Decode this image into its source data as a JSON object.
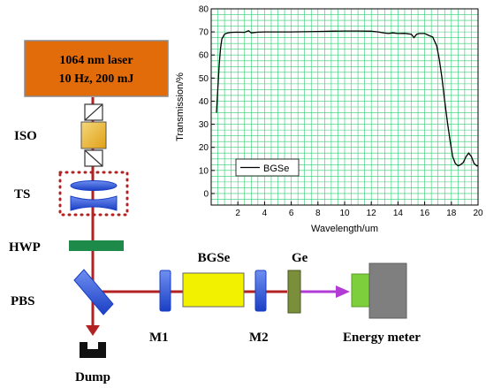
{
  "diagram": {
    "laser": {
      "line1": "1064 nm laser",
      "line2": "10 Hz, 200 mJ"
    },
    "labels": {
      "iso": "ISO",
      "ts": "TS",
      "hwp": "HWP",
      "pbs": "PBS",
      "dump": "Dump",
      "m1": "M1",
      "bgse": "BGSe",
      "m2": "M2",
      "ge": "Ge",
      "energy_meter": "Energy meter"
    },
    "colors": {
      "laser_fill": "#e36c0a",
      "beam_red": "#b22222",
      "beam_purple": "#b23bd6",
      "crystal_fill": "#f2f200",
      "mirror_blue": "#1f4fd0",
      "ge_fill": "#7b8f3a",
      "hwp_green": "#1e8a4a",
      "meter_green": "#7dcf3c",
      "meter_gray": "#7f7f7f"
    }
  },
  "chart_data": {
    "type": "line",
    "xlabel": "Wavelength/um",
    "ylabel": "Transmission/%",
    "xlim": [
      0,
      20
    ],
    "ylim": [
      -5,
      80
    ],
    "xticks": [
      2,
      4,
      6,
      8,
      10,
      12,
      14,
      16,
      18,
      20
    ],
    "yticks": [
      0,
      10,
      20,
      30,
      40,
      50,
      60,
      70,
      80
    ],
    "grid": true,
    "grid_color": "#2ecc71",
    "legend": {
      "position": "left",
      "entries": [
        "BGSe"
      ]
    },
    "series": [
      {
        "name": "BGSe",
        "color": "#000000",
        "x": [
          0.4,
          0.5,
          0.6,
          0.7,
          0.8,
          1.0,
          1.2,
          1.5,
          2.0,
          2.5,
          2.8,
          3.0,
          3.5,
          4,
          5,
          6,
          7,
          8,
          9,
          10,
          11,
          12,
          12.5,
          13,
          13.3,
          13.6,
          14,
          14.5,
          15,
          15.2,
          15.4,
          15.6,
          16,
          16.3,
          16.6,
          16.9,
          17.1,
          17.3,
          17.5,
          17.7,
          17.9,
          18.1,
          18.3,
          18.5,
          18.7,
          18.9,
          19.1,
          19.3,
          19.5,
          19.7,
          19.9,
          20.0
        ],
        "y": [
          35,
          46,
          56,
          63,
          67,
          69,
          69.5,
          69.8,
          69.9,
          69.8,
          70.5,
          69.6,
          69.9,
          70,
          70,
          70,
          70.1,
          70.2,
          70.3,
          70.4,
          70.4,
          70.3,
          70,
          69.5,
          69.3,
          69.6,
          69.3,
          69.4,
          69,
          67.5,
          69,
          69.3,
          69.3,
          68.5,
          67.8,
          64,
          58,
          50,
          40,
          31,
          23,
          16,
          13,
          12,
          12.5,
          13.5,
          16,
          17.5,
          16,
          13,
          12,
          12
        ]
      }
    ]
  }
}
